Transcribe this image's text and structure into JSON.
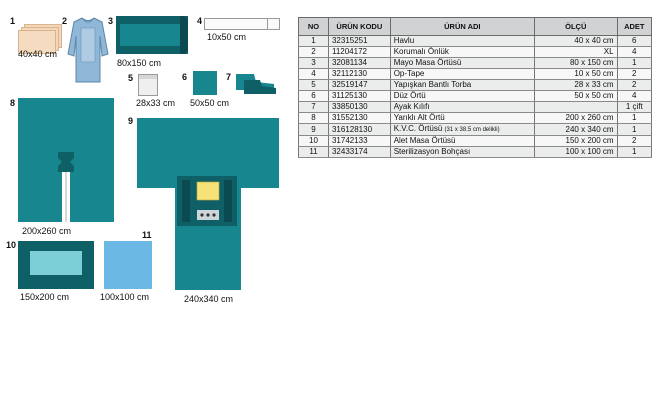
{
  "items": [
    {
      "num": "1",
      "caption": "40x40 cm"
    },
    {
      "num": "2",
      "caption": ""
    },
    {
      "num": "3",
      "caption": "80x150 cm"
    },
    {
      "num": "4",
      "caption": "10x50 cm"
    },
    {
      "num": "5",
      "caption": "28x33 cm"
    },
    {
      "num": "6",
      "caption": "50x50 cm"
    },
    {
      "num": "7",
      "caption": ""
    },
    {
      "num": "8",
      "caption": "200x260 cm"
    },
    {
      "num": "9",
      "caption": "240x340 cm"
    },
    {
      "num": "10",
      "caption": "150x200 cm"
    },
    {
      "num": "11",
      "caption": "100x100 cm"
    }
  ],
  "table": {
    "headers": [
      "NO",
      "ÜRÜN KODU",
      "ÜRÜN ADI",
      "ÖLÇÜ",
      "ADET"
    ],
    "rows": [
      {
        "no": "1",
        "code": "32315251",
        "name": "Havlu",
        "size": "40 x 40 cm",
        "qty": "6"
      },
      {
        "no": "2",
        "code": "11204172",
        "name": "Korumalı Önlük",
        "size": "XL",
        "qty": "4"
      },
      {
        "no": "3",
        "code": "32081134",
        "name": "Mayo Masa Örtüsü",
        "size": "80 x 150 cm",
        "qty": "1"
      },
      {
        "no": "4",
        "code": "32112130",
        "name": "Op-Tape",
        "size": "10 x 50 cm",
        "qty": "2"
      },
      {
        "no": "5",
        "code": "32519147",
        "name": "Yapışkan Bantlı Torba",
        "size": "28 x 33 cm",
        "qty": "2"
      },
      {
        "no": "6",
        "code": "31125130",
        "name": "Düz Örtü",
        "size": "50 x 50 cm",
        "qty": "4"
      },
      {
        "no": "7",
        "code": "33850130",
        "name": "Ayak Kılıfı",
        "size": "",
        "qty": "1 çift"
      },
      {
        "no": "8",
        "code": "31552130",
        "name": "Yarıklı Alt Örtü",
        "size": "200 x 260 cm",
        "qty": "1"
      },
      {
        "no": "9",
        "code": "316128130",
        "name": "K.V.C. Örtüsü",
        "name_note": "(31 x 38.5 cm delikli)",
        "size": "240 x 340 cm",
        "qty": "1"
      },
      {
        "no": "10",
        "code": "31742133",
        "name": "Alet Masa Örtüsü",
        "size": "150 x 200 cm",
        "qty": "2"
      },
      {
        "no": "11",
        "code": "32433174",
        "name": "Sterilizasyon Bohçası",
        "size": "100 x 100 cm",
        "qty": "1"
      }
    ]
  },
  "colors": {
    "drape_teal": "#17868f",
    "dark_teal": "#0f5f66",
    "gown_blue": "#8fb8d8",
    "towel": "#f3d7b8",
    "light_blue": "#6cb8e4",
    "window_yellow": "#f7e27a"
  }
}
